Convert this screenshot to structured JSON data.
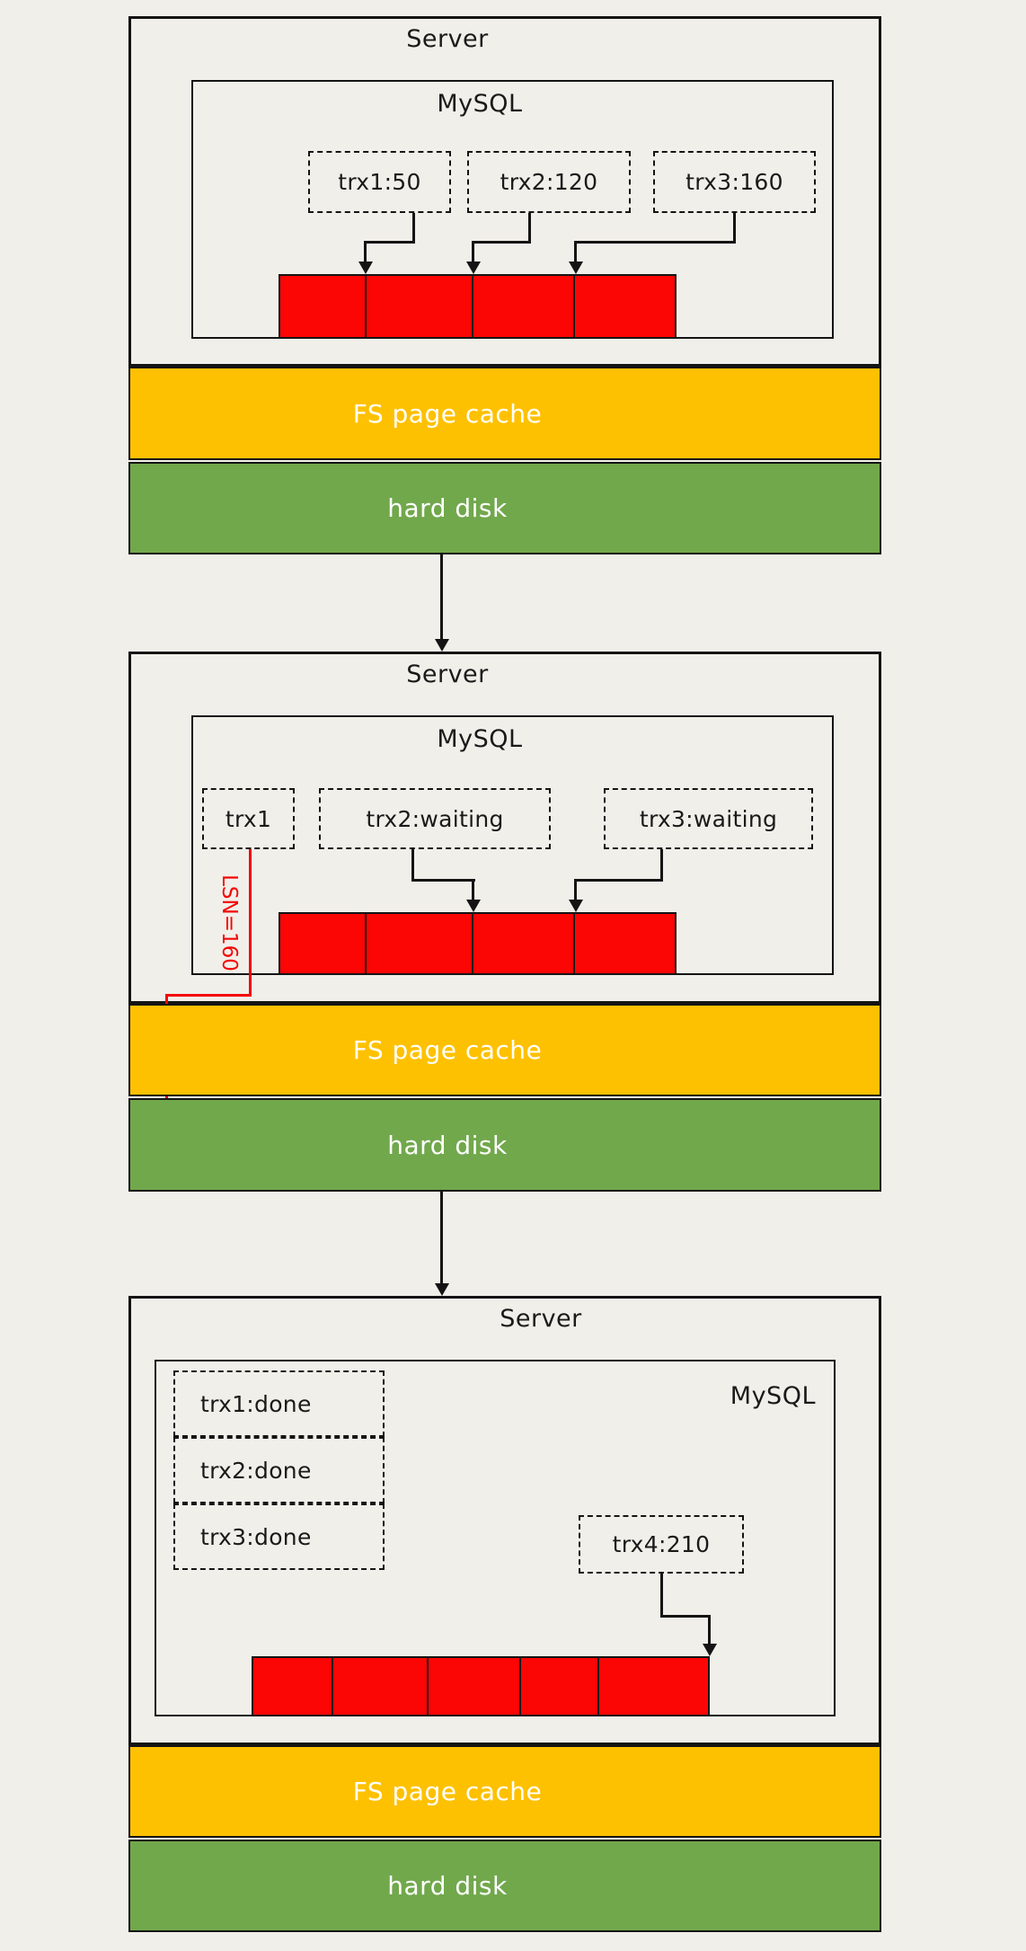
{
  "colors": {
    "background": "#F1EFE9",
    "log_buffer_red": "#FB0505",
    "fs_page_cache_yellow": "#FEC101",
    "hard_disk_green": "#71A84C",
    "outline_black": "#141414",
    "lsn_flush_red": "#F40606"
  },
  "stage1": {
    "server_label": "Server",
    "mysql_label": "MySQL",
    "transactions": [
      {
        "label": "trx1:50"
      },
      {
        "label": "trx2:120"
      },
      {
        "label": "trx3:160"
      }
    ],
    "fs_cache_label": "FS page cache",
    "hard_disk_label": "hard disk"
  },
  "stage2": {
    "server_label": "Server",
    "mysql_label": "MySQL",
    "transactions": [
      {
        "label": "trx1"
      },
      {
        "label": "trx2:waiting"
      },
      {
        "label": "trx3:waiting"
      }
    ],
    "lsn_label": "LSN=160",
    "fs_cache_label": "FS page cache",
    "hard_disk_label": "hard disk"
  },
  "stage3": {
    "server_label": "Server",
    "mysql_label": "MySQL",
    "done_transactions": [
      {
        "label": "trx1:done"
      },
      {
        "label": "trx2:done"
      },
      {
        "label": "trx3:done"
      }
    ],
    "new_transaction": {
      "label": "trx4:210"
    },
    "fs_cache_label": "FS page cache",
    "hard_disk_label": "hard disk"
  }
}
